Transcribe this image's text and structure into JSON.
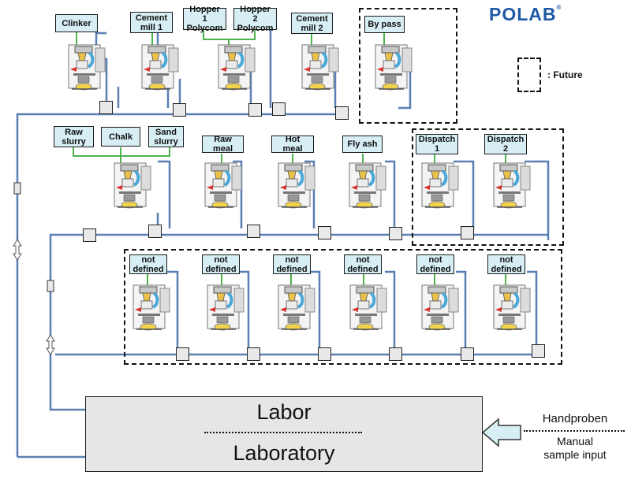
{
  "logo": {
    "text": "POLAB",
    "mark": "®"
  },
  "legend": {
    "text": ": Future"
  },
  "stations_row1": [
    {
      "label": "Clinker"
    },
    {
      "label": "Cement\nmill 1"
    },
    {
      "label": "Hopper 1\nPolycom"
    },
    {
      "label": "Hopper 2\nPolycom"
    },
    {
      "label": "Cement\nmill 2"
    },
    {
      "label": "By pass"
    }
  ],
  "stations_row2": [
    {
      "label": "Raw\nslurry"
    },
    {
      "label": "Chalk"
    },
    {
      "label": "Sand\nslurry"
    },
    {
      "label": "Raw meal"
    },
    {
      "label": "Hot meal"
    },
    {
      "label": "Fly ash"
    },
    {
      "label": "Dispatch\n1"
    },
    {
      "label": "Dispatch\n2"
    }
  ],
  "stations_row3": [
    {
      "label": "not\ndefined"
    },
    {
      "label": "not\ndefined"
    },
    {
      "label": "not\ndefined"
    },
    {
      "label": "not\ndefined"
    },
    {
      "label": "not\ndefined"
    },
    {
      "label": "not\ndefined"
    }
  ],
  "lab": {
    "top_text": "Labor",
    "bottom_text": "Laboratory"
  },
  "manual": {
    "top_text": "Handproben",
    "bottom_text": "Manual\nsample input"
  },
  "colors": {
    "pipe": "#5a7fb3",
    "feed": "#4db34d",
    "label_fill": "#d6eef4",
    "lab_fill": "#e6e6e6",
    "arrow_fill": "#d6eef4",
    "logo": "#1f5aa6"
  }
}
